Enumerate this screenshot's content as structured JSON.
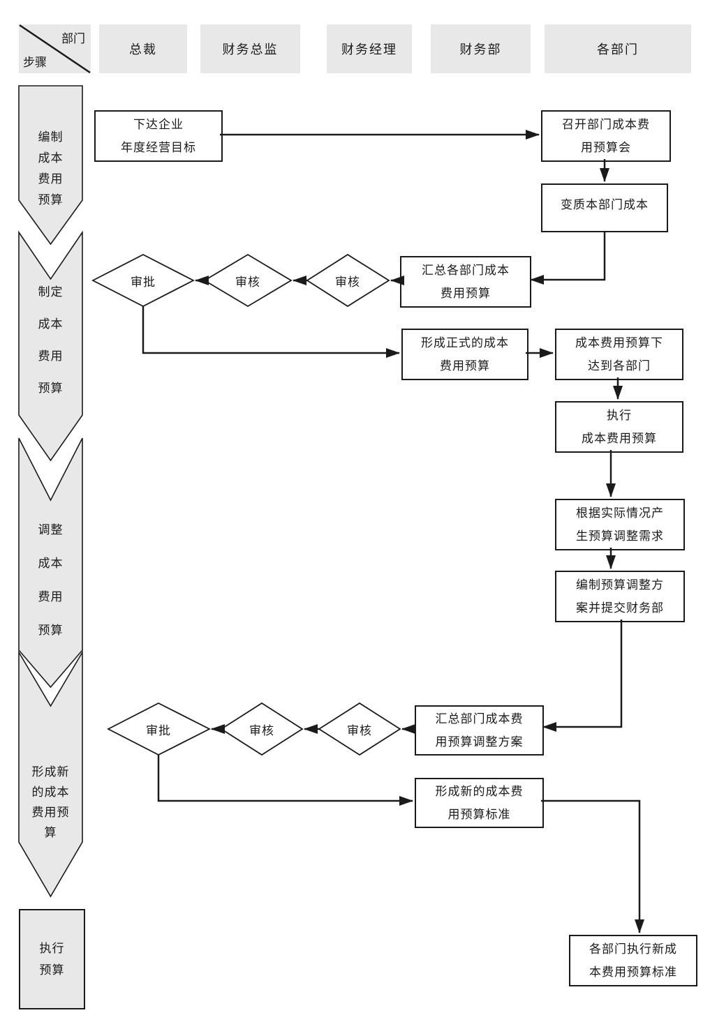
{
  "header": {
    "corner": {
      "top": "部门",
      "bottom": "步骤"
    },
    "columns": [
      "总裁",
      "财务总监",
      "财务经理",
      "财务部",
      "各部门"
    ]
  },
  "steps": [
    {
      "lines": [
        "编制",
        "成本",
        "费用",
        "预算"
      ]
    },
    {
      "lines": [
        "制定",
        "成本",
        "费用",
        "预算"
      ]
    },
    {
      "lines": [
        "调整",
        "成本",
        "费用",
        "预算"
      ]
    },
    {
      "lines": [
        "形成新",
        "的成本",
        "费用预",
        "算"
      ]
    },
    {
      "lines": [
        "执行",
        "预算"
      ]
    }
  ],
  "nodes": {
    "annual_goal": {
      "lines": [
        "下达企业",
        "年度经营目标"
      ]
    },
    "budget_meeting": {
      "lines": [
        "召开部门成本费",
        "用预算会"
      ]
    },
    "dept_budget": {
      "lines": [
        "变质本部门成本"
      ]
    },
    "summarize_budget": {
      "lines": [
        "汇总各部门成本",
        "费用预算"
      ]
    },
    "review1a": {
      "label": "审核"
    },
    "review1b": {
      "label": "审核"
    },
    "approve1": {
      "label": "审批"
    },
    "formal_budget": {
      "lines": [
        "形成正式的成本",
        "费用预算"
      ]
    },
    "issue_budget": {
      "lines": [
        "成本费用预算下",
        "达到各部门"
      ]
    },
    "execute_budget": {
      "lines": [
        "执行",
        "成本费用预算"
      ]
    },
    "adjust_need": {
      "lines": [
        "根据实际情况产",
        "生预算调整需求"
      ]
    },
    "adjust_plan": {
      "lines": [
        "编制预算调整方",
        "案并提交财务部"
      ]
    },
    "summarize_adjust": {
      "lines": [
        "汇总部门成本费",
        "用预算调整方案"
      ]
    },
    "review2a": {
      "label": "审核"
    },
    "review2b": {
      "label": "审核"
    },
    "approve2": {
      "label": "审批"
    },
    "new_standard": {
      "lines": [
        "形成新的成本费",
        "用预算标准"
      ]
    },
    "execute_new": {
      "lines": [
        "各部门执行新成",
        "本费用预算标准"
      ]
    }
  },
  "colors": {
    "lane_fill": "#e8e8e8",
    "line": "#1a1a1a",
    "node_fill": "#ffffff"
  }
}
